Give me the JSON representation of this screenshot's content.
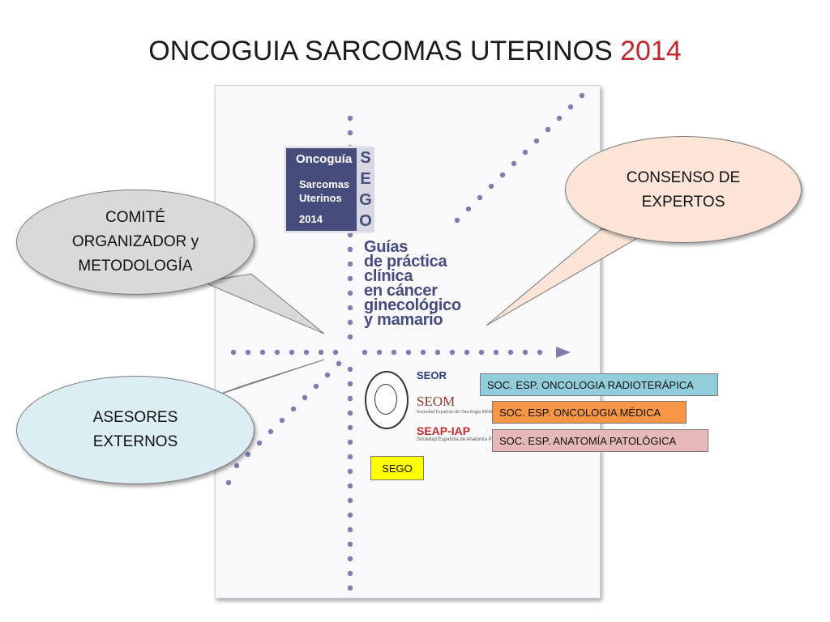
{
  "title": {
    "main": "ONCOGUIA SARCOMAS UTERINOS",
    "year": "2014"
  },
  "cover": {
    "logo_top": "Oncoguía",
    "logo_side": [
      "S",
      "E",
      "G",
      "O"
    ],
    "logo_lines": [
      "Sarcomas",
      "Uterinos"
    ],
    "logo_year": "2014",
    "guide_lines": [
      "Guías",
      "de práctica",
      "clínica",
      "en cáncer",
      "ginecológico",
      "y mamario"
    ],
    "sponsors": {
      "seor": "SEOR",
      "seom": "SEOM",
      "seom_sub": "Sociedad Española de Oncología Médica",
      "seap": "SEAP-IAP",
      "seap_sub": "Sociedad Española de Anatomía Patológica"
    }
  },
  "bubbles": {
    "comite": [
      "COMITÉ",
      "ORGANIZADOR y",
      "METODOLOGÍA"
    ],
    "asesores": [
      "ASESORES",
      "EXTERNOS"
    ],
    "consenso": [
      "CONSENSO DE",
      "EXPERTOS"
    ]
  },
  "labels": {
    "radio": "SOC. ESP. ONCOLOGIA RADIOTERÁPICA",
    "medica": "SOC. ESP. ONCOLOGIA MÉDICA",
    "anatomia": "SOC. ESP. ANATOMÍA PATOLÓGICA",
    "sego": "SEGO"
  },
  "colors": {
    "year": "#c0272d",
    "logo": "#464c7c",
    "radio": "#92cddc",
    "medica": "#f79646",
    "anatomia": "#e6b8b7",
    "sego": "#ffff00",
    "comite": "#d9d9d9",
    "asesores": "#dbeef3",
    "consenso": "#fce4d6"
  }
}
